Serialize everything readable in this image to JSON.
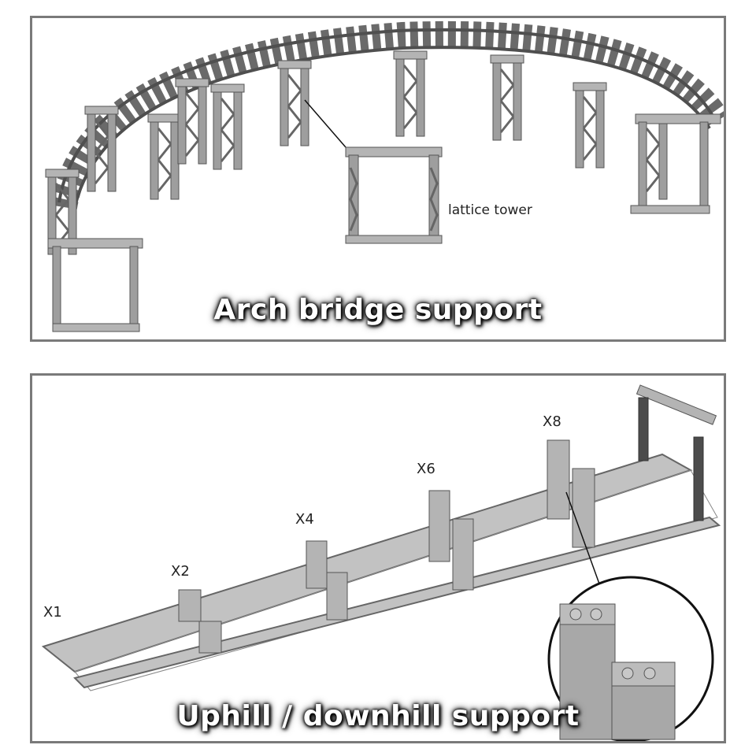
{
  "top_panel": {
    "caption": "Arch bridge support",
    "callout": "lattice tower"
  },
  "bottom_panel": {
    "caption": "Uphill / downhill support",
    "counts": [
      "X1",
      "X2",
      "X4",
      "X6",
      "X8"
    ]
  },
  "colors": {
    "brick": "#a8a8a8",
    "brick_dark": "#6e6e6e",
    "rail": "#5a5a5a",
    "frame": "#7a7a7a",
    "caption_text": "#ffffff"
  }
}
